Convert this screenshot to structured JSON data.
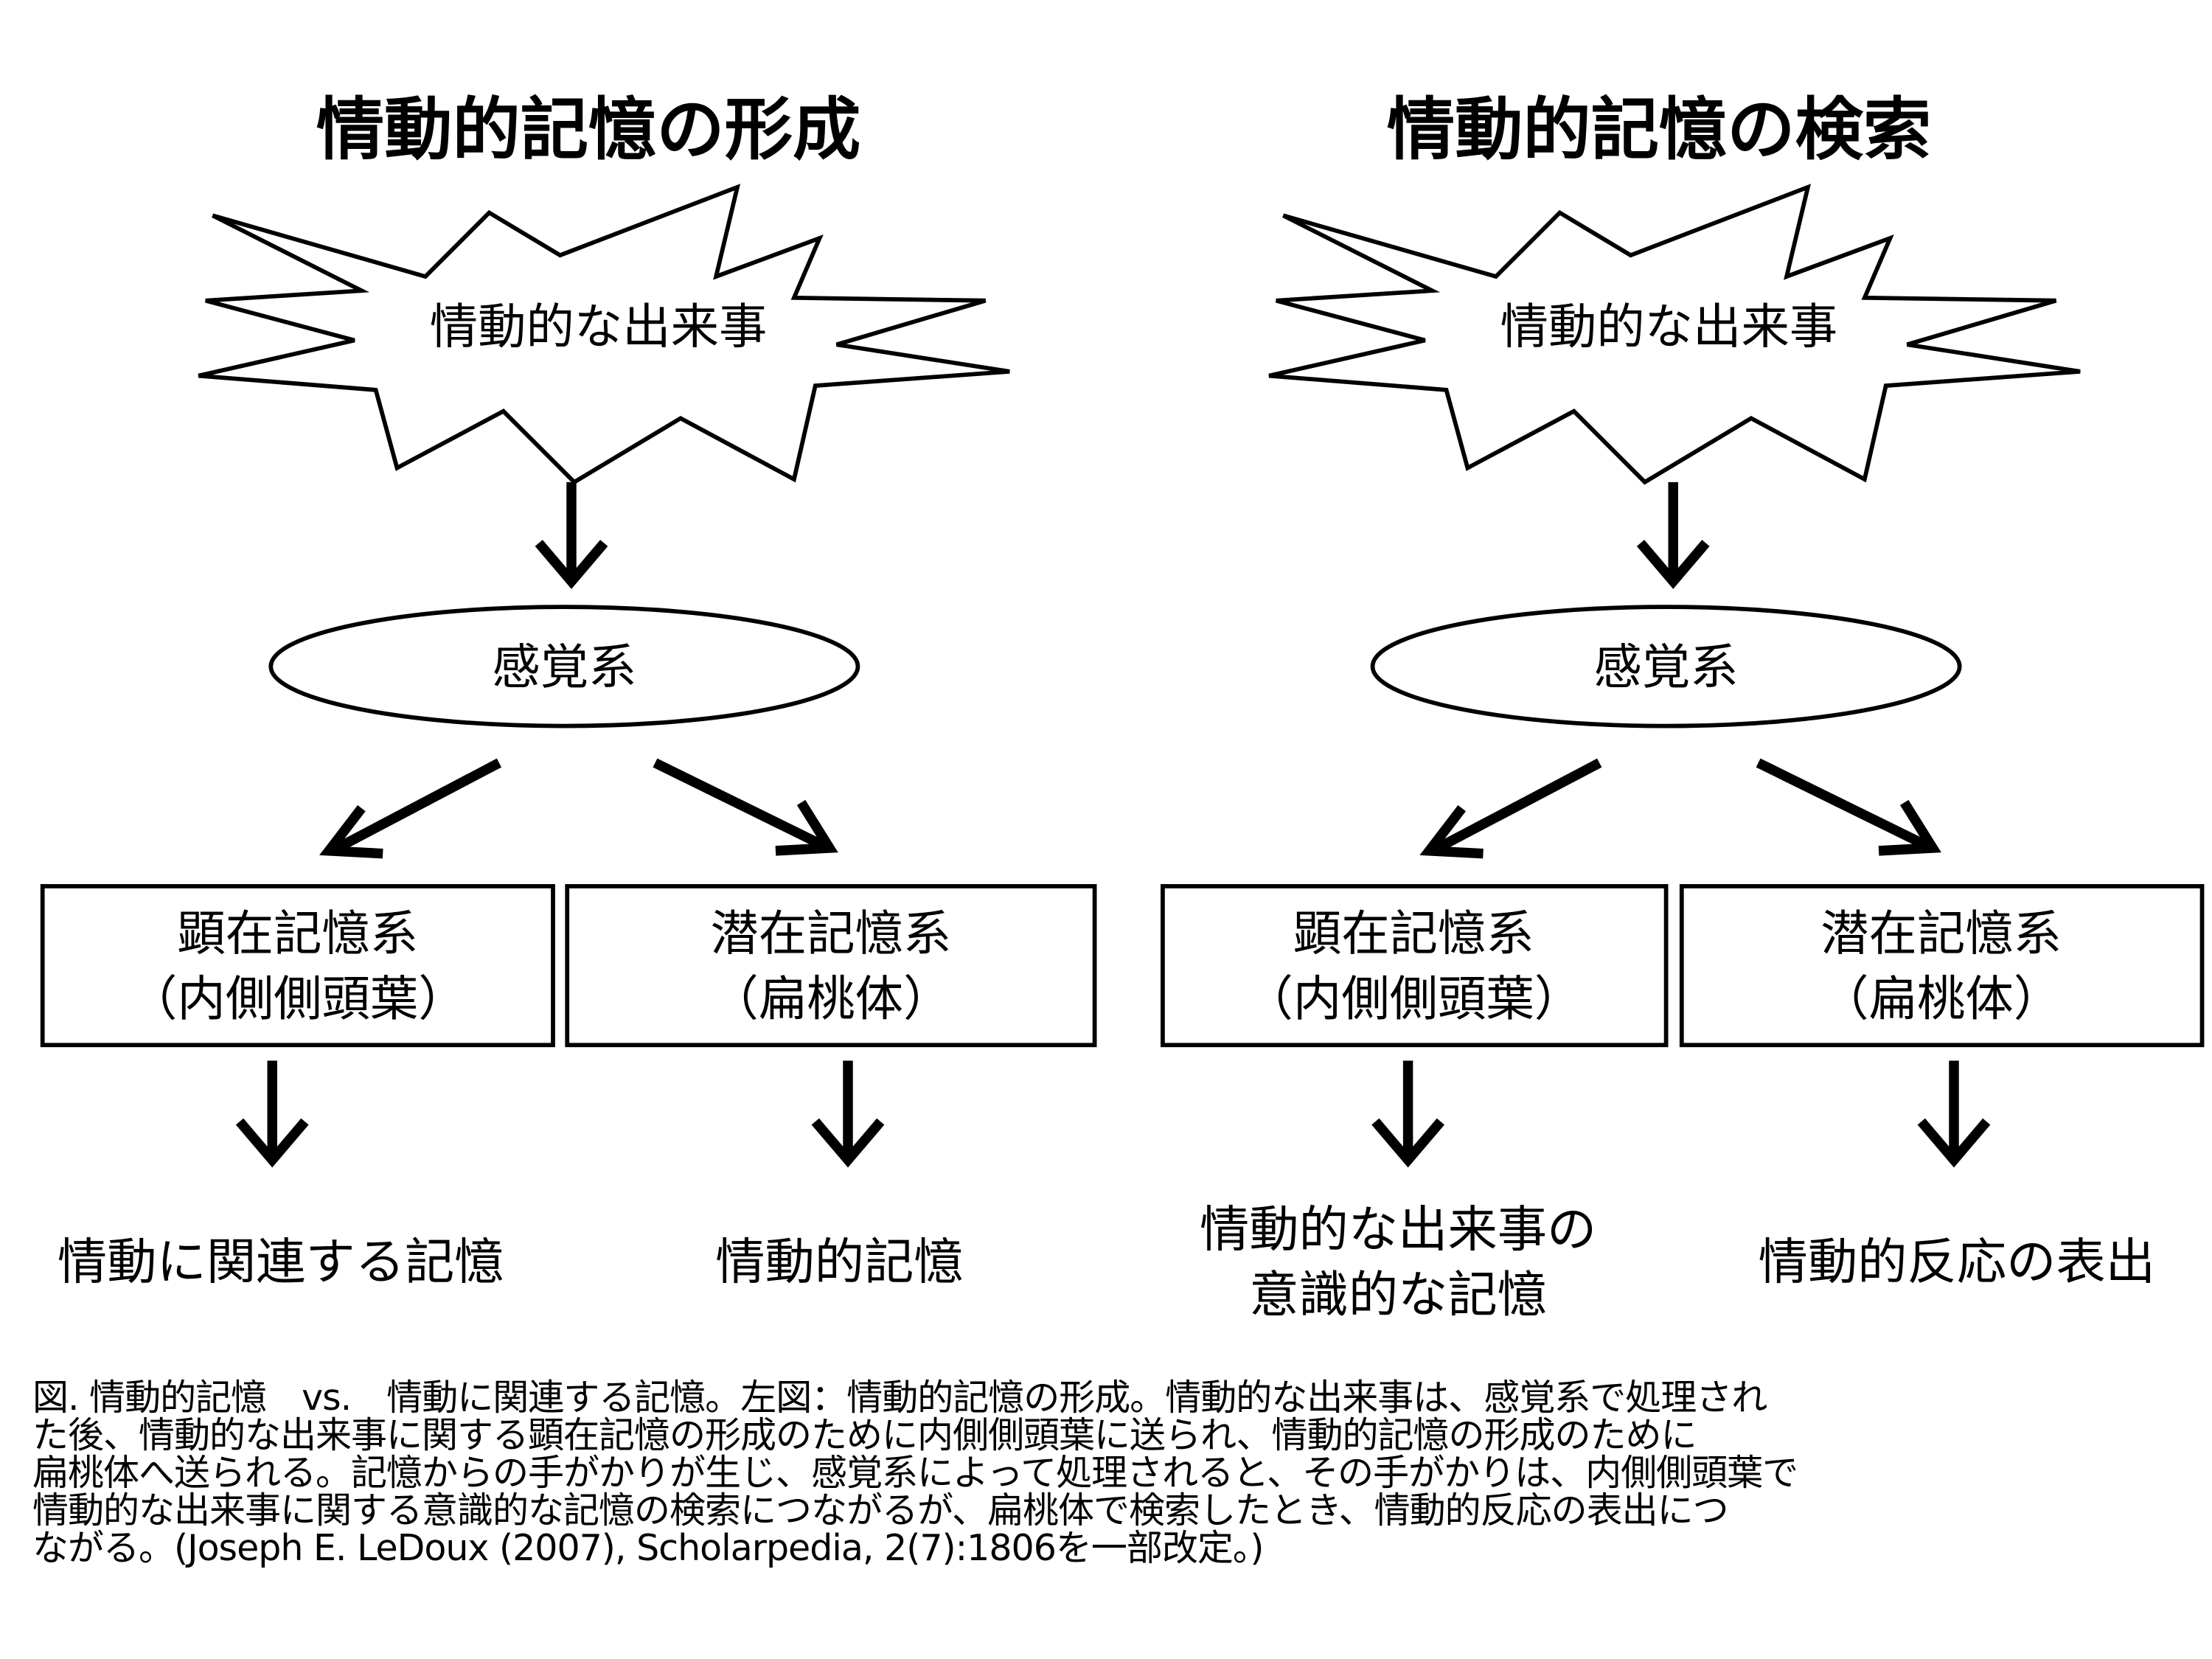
{
  "left": {
    "title": "情動的記憶の形成",
    "event": "情動的な出来事",
    "sensory": "感覚系",
    "box1": {
      "line1": "顕在記憶系",
      "line2": "（内側側頭葉）"
    },
    "box2": {
      "line1": "潜在記憶系",
      "line2": "（扁桃体）"
    },
    "result1": "情動に関連する記憶",
    "result2": "情動的記憶"
  },
  "right": {
    "title": "情動的記憶の検索",
    "event": "情動的な出来事",
    "sensory": "感覚系",
    "box1": {
      "line1": "顕在記憶系",
      "line2": "（内側側頭葉）"
    },
    "box2": {
      "line1": "潜在記憶系",
      "line2": "（扁桃体）"
    },
    "result1_line1": "情動的な出来事の",
    "result1_line2": "意識的な記憶",
    "result2": "情動的反応の表出"
  },
  "caption": {
    "lines": [
      "図. 情動的記憶　vs.　情動に関連する記憶。左図：情動的記憶の形成。情動的な出来事は、感覚系で処理され",
      "た後、情動的な出来事に関する顕在記憶の形成のために内側側頭葉に送られ、情動的記憶の形成のために",
      "扁桃体へ送られる。記憶からの手がかりが生じ、感覚系によって処理されると、その手がかりは、内側側頭葉で",
      "情動的な出来事に関する意識的な記憶の検索につながるが、扁桃体で検索したとき、情動的反応の表出につ",
      "ながる。(Joseph E. LeDoux (2007), Scholarpedia, 2(7):1806を一部改定。)"
    ]
  }
}
